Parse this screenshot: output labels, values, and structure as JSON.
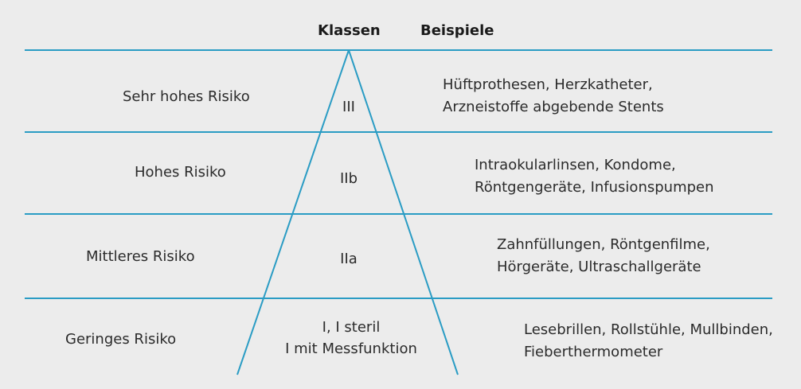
{
  "header": {
    "classes_label": "Klassen",
    "examples_label": "Beispiele"
  },
  "rows": [
    {
      "risk": "Sehr hohes Risiko",
      "class_lines": [
        "III"
      ],
      "example_lines": [
        "Hüftprothesen, Herzkatheter,",
        "Arzneistoffe abgebende Stents"
      ]
    },
    {
      "risk": "Hohes Risiko",
      "class_lines": [
        "IIb"
      ],
      "example_lines": [
        "Intraokularlinsen, Kondome,",
        "Röntgengeräte, Infusionspumpen"
      ]
    },
    {
      "risk": "Mittleres Risiko",
      "class_lines": [
        "IIa"
      ],
      "example_lines": [
        "Zahnfüllungen, Röntgenfilme,",
        "Hörgeräte, Ultraschallgeräte"
      ]
    },
    {
      "risk": "Geringes Risiko",
      "class_lines": [
        "I, I steril",
        "I mit Messfunktion"
      ],
      "example_lines": [
        "Lesebrillen, Rollstühle, Mullbinden,",
        "Fieberthermometer"
      ]
    }
  ],
  "colors": {
    "line": "#2a9cc4",
    "background": "#ececec",
    "text": "#2b2b2b"
  }
}
